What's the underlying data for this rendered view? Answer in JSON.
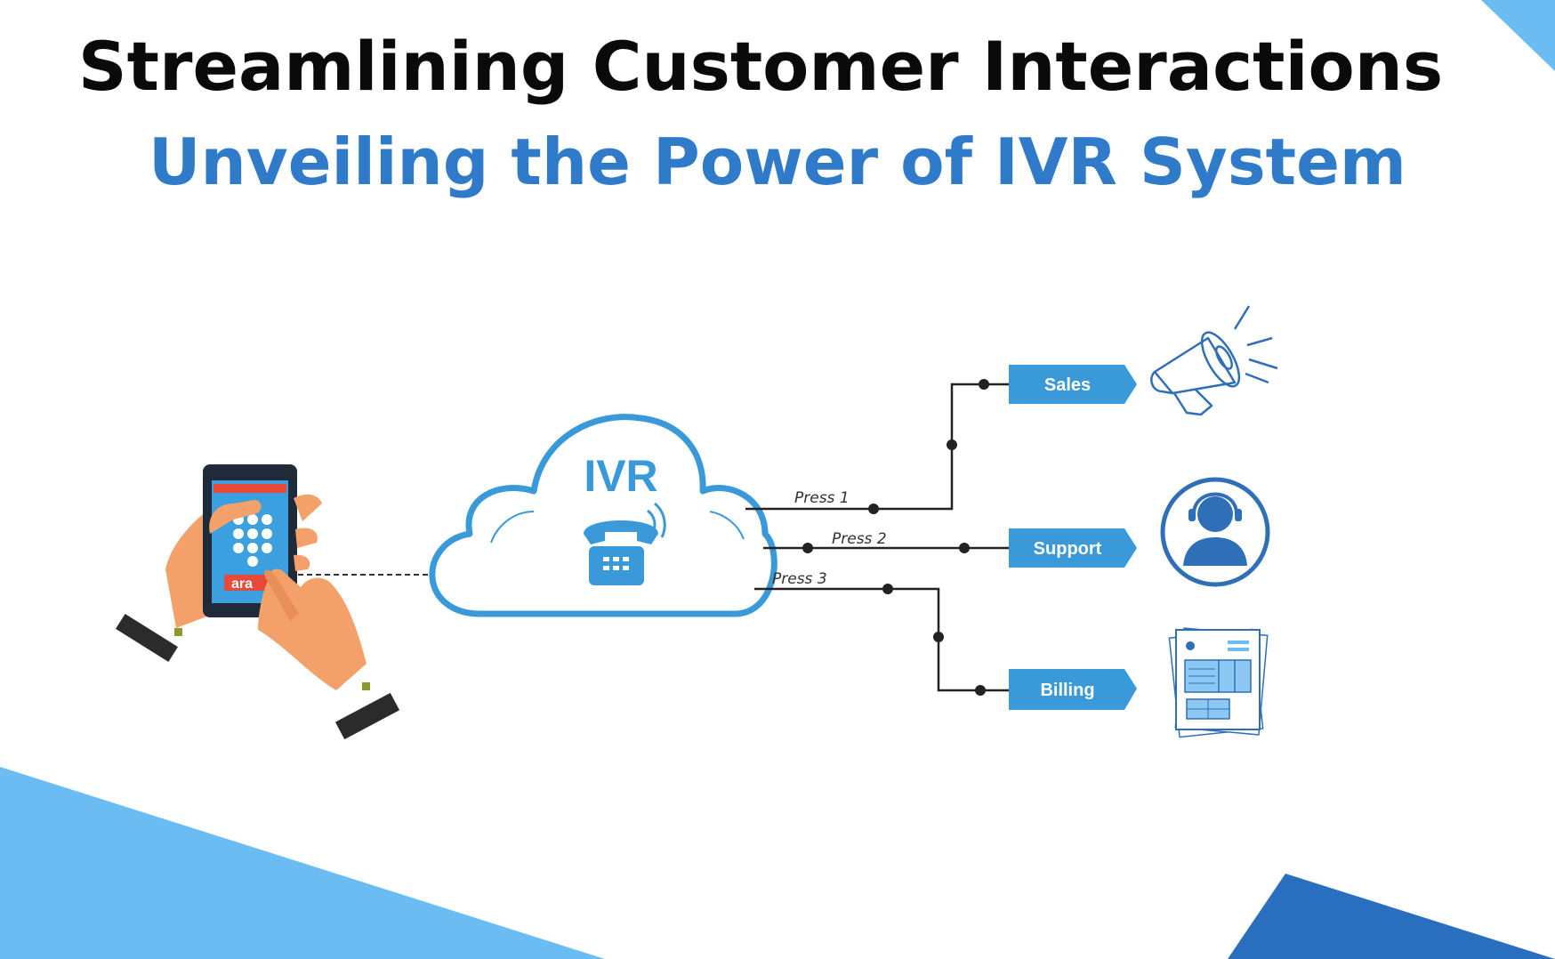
{
  "heading": {
    "line1": "Streamlining Customer Interactions",
    "line2": "Unveiling the Power of IVR System"
  },
  "colors": {
    "title_black": "#0a0a0a",
    "title_blue": "#2f7bc9",
    "light_blue": "#6bbcf3",
    "dark_blue": "#2a6fbf",
    "diagram_blue": "#3a9ad9",
    "icon_blue": "#2f6fb8"
  },
  "diagram": {
    "cloud_label": "IVR",
    "phone_screen_text": "ara",
    "paths": [
      {
        "press": "Press 1",
        "dept": "Sales",
        "icon": "megaphone-icon"
      },
      {
        "press": "Press 2",
        "dept": "Support",
        "icon": "headset-agent-icon"
      },
      {
        "press": "Press 3",
        "dept": "Billing",
        "icon": "invoice-document-icon"
      }
    ]
  }
}
